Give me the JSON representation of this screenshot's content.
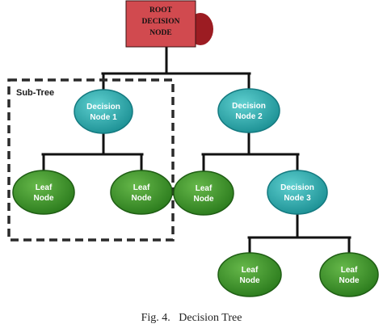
{
  "colors": {
    "root_fill": "#d14a4f",
    "root_accent": "#9c1c22",
    "decision_fill": "#2aa6a8",
    "decision_edge": "#147a80",
    "leaf_fill": "#3a8f2a",
    "leaf_edge": "#1f5e14",
    "connector": "#111111",
    "subtree_border": "#2a2a2a"
  },
  "root": {
    "label_lines": [
      "ROOT",
      "DECISION",
      "NODE"
    ]
  },
  "subtree": {
    "label": "Sub-Tree"
  },
  "decision_nodes": [
    {
      "id": "decision-1",
      "label_lines": [
        "Decision",
        "Node 1"
      ]
    },
    {
      "id": "decision-2",
      "label_lines": [
        "Decision",
        "Node 2"
      ]
    },
    {
      "id": "decision-3",
      "label_lines": [
        "Decision",
        "Node 3"
      ]
    }
  ],
  "leaf_nodes": [
    {
      "id": "leaf-1",
      "label_lines": [
        "Leaf",
        "Node"
      ]
    },
    {
      "id": "leaf-2",
      "label_lines": [
        "Leaf",
        "Node"
      ]
    },
    {
      "id": "leaf-3",
      "label_lines": [
        "Leaf",
        "Node"
      ]
    },
    {
      "id": "leaf-4",
      "label_lines": [
        "Leaf",
        "Node"
      ]
    },
    {
      "id": "leaf-5",
      "label_lines": [
        "Leaf",
        "Node"
      ]
    }
  ],
  "caption": {
    "fig": "Fig. 4.",
    "title": "Decision Tree"
  }
}
